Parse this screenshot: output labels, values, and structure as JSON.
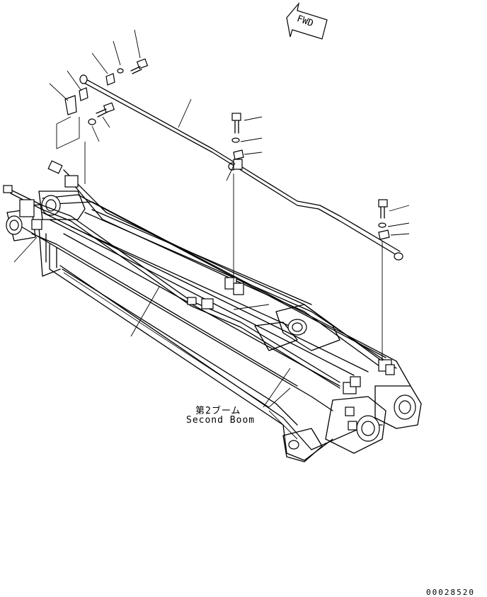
{
  "direction_marker": {
    "text": "FWD"
  },
  "component_label": {
    "japanese": "第2ブーム",
    "english": "Second Boom"
  },
  "drawing_number": "00028520"
}
